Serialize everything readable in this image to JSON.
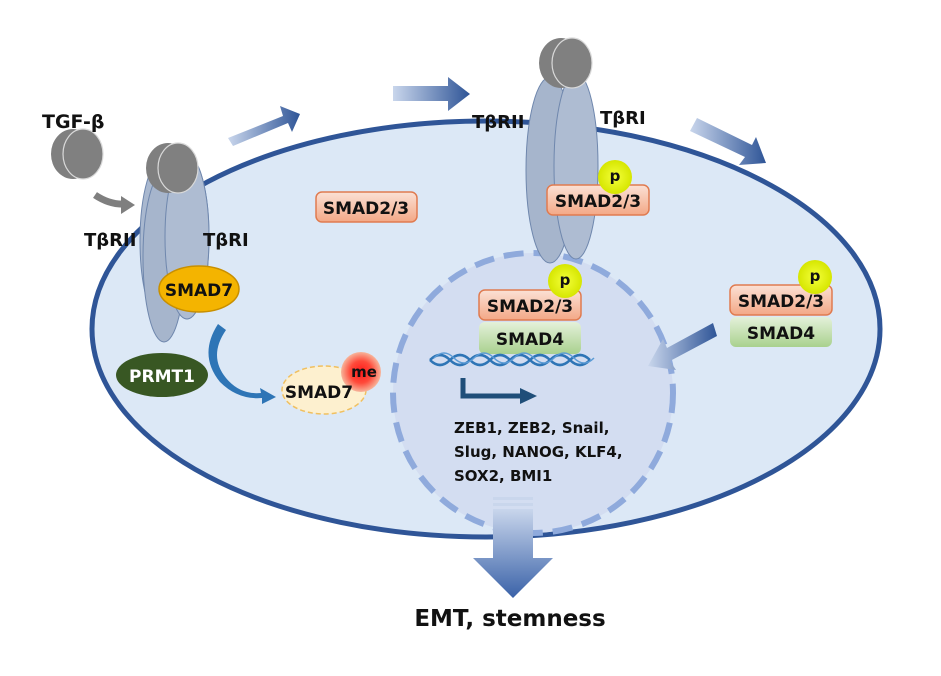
{
  "labels": {
    "ligand": "TGF-β",
    "receptor_left_1": "TβRII",
    "receptor_right_1": "TβRI",
    "receptor_left_2": "TβRII",
    "receptor_right_2": "TβRI",
    "smad7_bound": "SMAD7",
    "smad23_free": "SMAD2/3",
    "smad23_receptor": "SMAD2/3",
    "smad23_cyto_complex": "SMAD2/3",
    "smad4_cyto_complex": "SMAD4",
    "smad23_nuclear": "SMAD2/3",
    "smad4_nuclear": "SMAD4",
    "phospho_1": "p",
    "phospho_2": "p",
    "phospho_3": "p",
    "prmt1": "PRMT1",
    "smad7_methylated": "SMAD7",
    "methyl": "me",
    "target_genes_line1": "ZEB1, ZEB2, Snail,",
    "target_genes_line2": "Slug, NANOG, KLF4,",
    "target_genes_line3": "SOX2, BMI1",
    "outcome": "EMT, stemness"
  },
  "colors": {
    "cell_fill": "#dce8f6",
    "cell_border": "#2f5597",
    "nucleus_fill": "#d6def2",
    "nucleus_border": "#8faadc",
    "smad23_fill": "#f8c7b0",
    "smad23_border": "#e07b50",
    "smad4_fill": "#c6e0b4",
    "smad7_fill": "#f4b400",
    "prmt1_fill": "#385723",
    "phospho_fill": "#e5f200",
    "methyl_fill": "#ff2a2a",
    "receptor_fill": "#a9b8cf",
    "ligand_fill": "#7f7f7f",
    "arrow_dark": "#2f5597"
  }
}
